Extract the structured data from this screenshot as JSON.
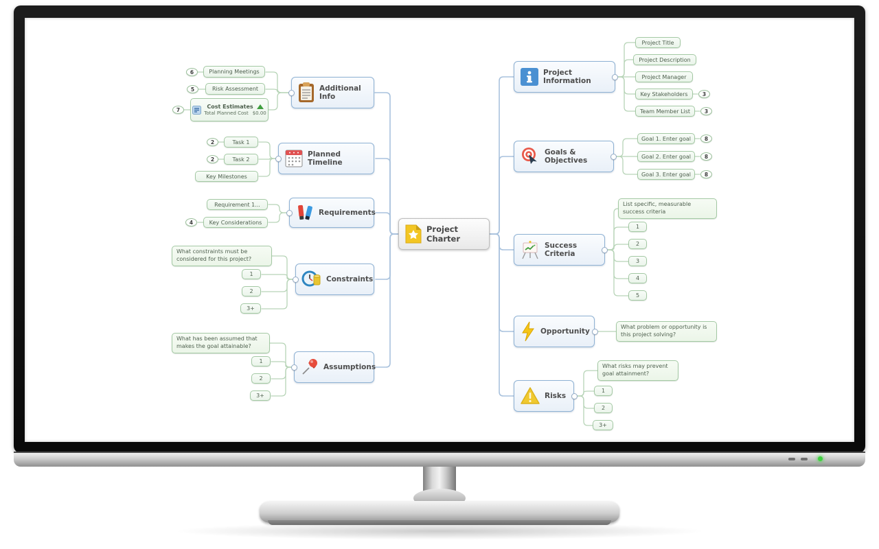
{
  "monitor": {
    "led_color": "#3fd13f"
  },
  "colors": {
    "branch_border": "#8fb2d4",
    "child_border": "#a3c8a3",
    "link_blue": "#a9c2dd",
    "link_green": "#b7d4b7",
    "center_accent": "#f3c623"
  },
  "map": {
    "center": {
      "label": "Project Charter",
      "icon": "document-star-icon"
    },
    "left_branches": [
      {
        "label": "Additional Info",
        "icon": "clipboard-icon",
        "children": [
          {
            "label": "Planning Meetings",
            "badge": "6"
          },
          {
            "label": "Risk Assessment",
            "badge": "5"
          },
          {
            "label": "Cost Estimates",
            "badge": "7",
            "total_label": "Total Planned Cost",
            "total_value": "$0.00"
          }
        ]
      },
      {
        "label": "Planned Timeline",
        "icon": "calendar-icon",
        "children": [
          {
            "label": "Task 1",
            "badge": "2"
          },
          {
            "label": "Task 2",
            "badge": "2"
          },
          {
            "label": "Key Milestones"
          }
        ]
      },
      {
        "label": "Requirements",
        "icon": "markers-icon",
        "children": [
          {
            "label": "Requirement 1..."
          },
          {
            "label": "Key Considerations",
            "badge": "4"
          }
        ]
      },
      {
        "label": "Constraints",
        "icon": "clock-money-icon",
        "children": [
          {
            "label": "What constraints must be considered for this project?"
          },
          {
            "label": "1"
          },
          {
            "label": "2"
          },
          {
            "label": "3+"
          }
        ]
      },
      {
        "label": "Assumptions",
        "icon": "pushpin-icon",
        "children": [
          {
            "label": "What has been assumed that makes the goal attainable?"
          },
          {
            "label": "1"
          },
          {
            "label": "2"
          },
          {
            "label": "3+"
          }
        ]
      }
    ],
    "right_branches": [
      {
        "label": "Project Information",
        "icon": "info-icon",
        "children": [
          {
            "label": "Project Title"
          },
          {
            "label": "Project Description"
          },
          {
            "label": "Project Manager"
          },
          {
            "label": "Key Stakeholders",
            "badge": "3"
          },
          {
            "label": "Team Member List",
            "badge": "3"
          }
        ]
      },
      {
        "label": "Goals & Objectives",
        "icon": "target-cursor-icon",
        "children": [
          {
            "label": "Goal 1. Enter goal",
            "badge": "8"
          },
          {
            "label": "Goal 2. Enter goal",
            "badge": "8"
          },
          {
            "label": "Goal 3. Enter goal",
            "badge": "8"
          }
        ]
      },
      {
        "label": "Success Criteria",
        "icon": "easel-chart-icon",
        "children": [
          {
            "label": "List specific, measurable success criteria"
          },
          {
            "label": "1"
          },
          {
            "label": "2"
          },
          {
            "label": "3"
          },
          {
            "label": "4"
          },
          {
            "label": "5"
          }
        ]
      },
      {
        "label": "Opportunity",
        "icon": "lightning-icon",
        "children": [
          {
            "label": "What problem or opportunity is this project solving?"
          }
        ]
      },
      {
        "label": "Risks",
        "icon": "warning-icon",
        "children": [
          {
            "label": "What risks may prevent goal attainment?"
          },
          {
            "label": "1"
          },
          {
            "label": "2"
          },
          {
            "label": "3+"
          }
        ]
      }
    ]
  }
}
